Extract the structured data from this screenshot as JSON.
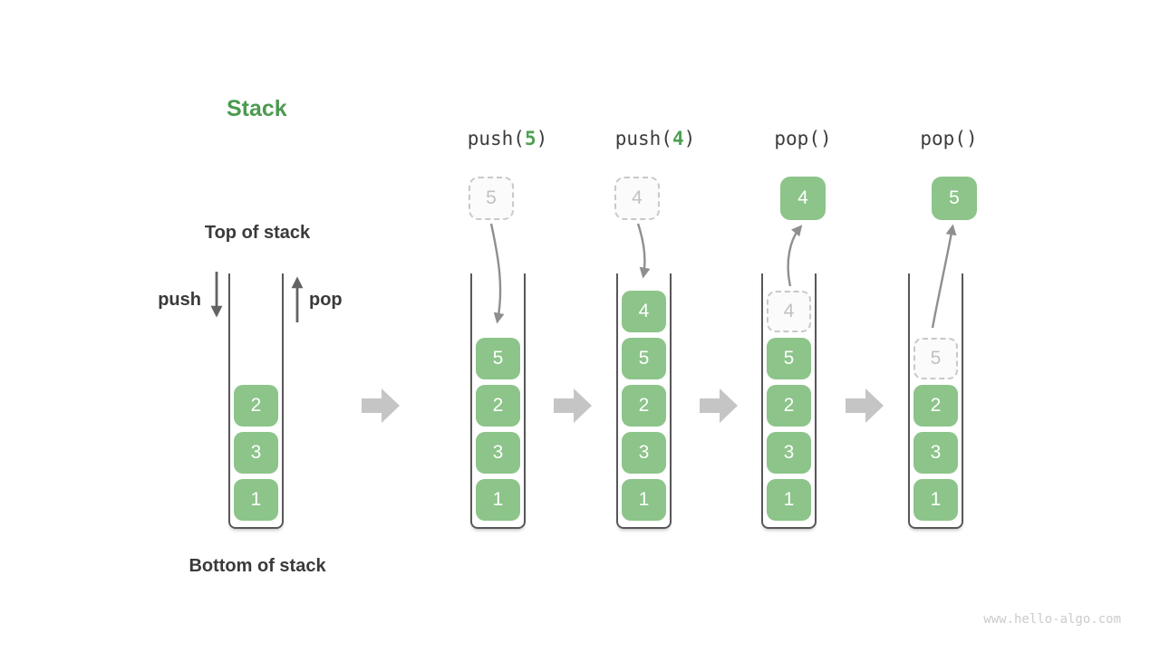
{
  "title": "Stack",
  "labels": {
    "top_of_stack": "Top of stack",
    "bottom_of_stack": "Bottom of stack",
    "push": "push",
    "pop": "pop"
  },
  "watermark": "www.hello-algo.com",
  "colors": {
    "box_green": "#8cc489",
    "title_green": "#4c9a50",
    "code_green": "#50a052",
    "text_dark": "#3a3a3a",
    "curve_arrow_gray": "#8f8f8f",
    "block_arrow_gray": "#c5c5c5",
    "ghost_border_gray": "#c9c9c9"
  },
  "main_stack": {
    "items": [
      "2",
      "3",
      "1"
    ]
  },
  "operations": [
    {
      "header": {
        "prefix": "push(",
        "arg": "5",
        "suffix": ")"
      },
      "floating": {
        "value": "5",
        "kind": "ghost"
      },
      "stack": [
        {
          "value": "5",
          "kind": "solid"
        },
        {
          "value": "2",
          "kind": "solid"
        },
        {
          "value": "3",
          "kind": "solid"
        },
        {
          "value": "1",
          "kind": "solid"
        }
      ]
    },
    {
      "header": {
        "prefix": "push(",
        "arg": "4",
        "suffix": ")"
      },
      "floating": {
        "value": "4",
        "kind": "ghost"
      },
      "stack": [
        {
          "value": "4",
          "kind": "solid"
        },
        {
          "value": "5",
          "kind": "solid"
        },
        {
          "value": "2",
          "kind": "solid"
        },
        {
          "value": "3",
          "kind": "solid"
        },
        {
          "value": "1",
          "kind": "solid"
        }
      ]
    },
    {
      "header": {
        "prefix": "pop()",
        "arg": "",
        "suffix": ""
      },
      "floating": {
        "value": "4",
        "kind": "solid"
      },
      "stack": [
        {
          "value": "4",
          "kind": "ghost"
        },
        {
          "value": "5",
          "kind": "solid"
        },
        {
          "value": "2",
          "kind": "solid"
        },
        {
          "value": "3",
          "kind": "solid"
        },
        {
          "value": "1",
          "kind": "solid"
        }
      ]
    },
    {
      "header": {
        "prefix": "pop()",
        "arg": "",
        "suffix": ""
      },
      "floating": {
        "value": "5",
        "kind": "solid"
      },
      "stack": [
        {
          "value": "5",
          "kind": "ghost"
        },
        {
          "value": "2",
          "kind": "solid"
        },
        {
          "value": "3",
          "kind": "solid"
        },
        {
          "value": "1",
          "kind": "solid"
        }
      ]
    }
  ]
}
